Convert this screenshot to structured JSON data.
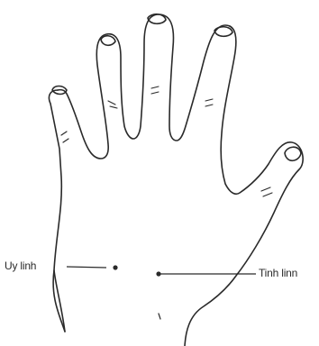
{
  "diagram": {
    "subject": "back of hand",
    "points": [
      {
        "id": "left",
        "label": "Uy linh"
      },
      {
        "id": "right",
        "label": "Tinh linn"
      }
    ]
  },
  "colors": {
    "ink": "#2a2a2a",
    "background": "#ffffff"
  }
}
